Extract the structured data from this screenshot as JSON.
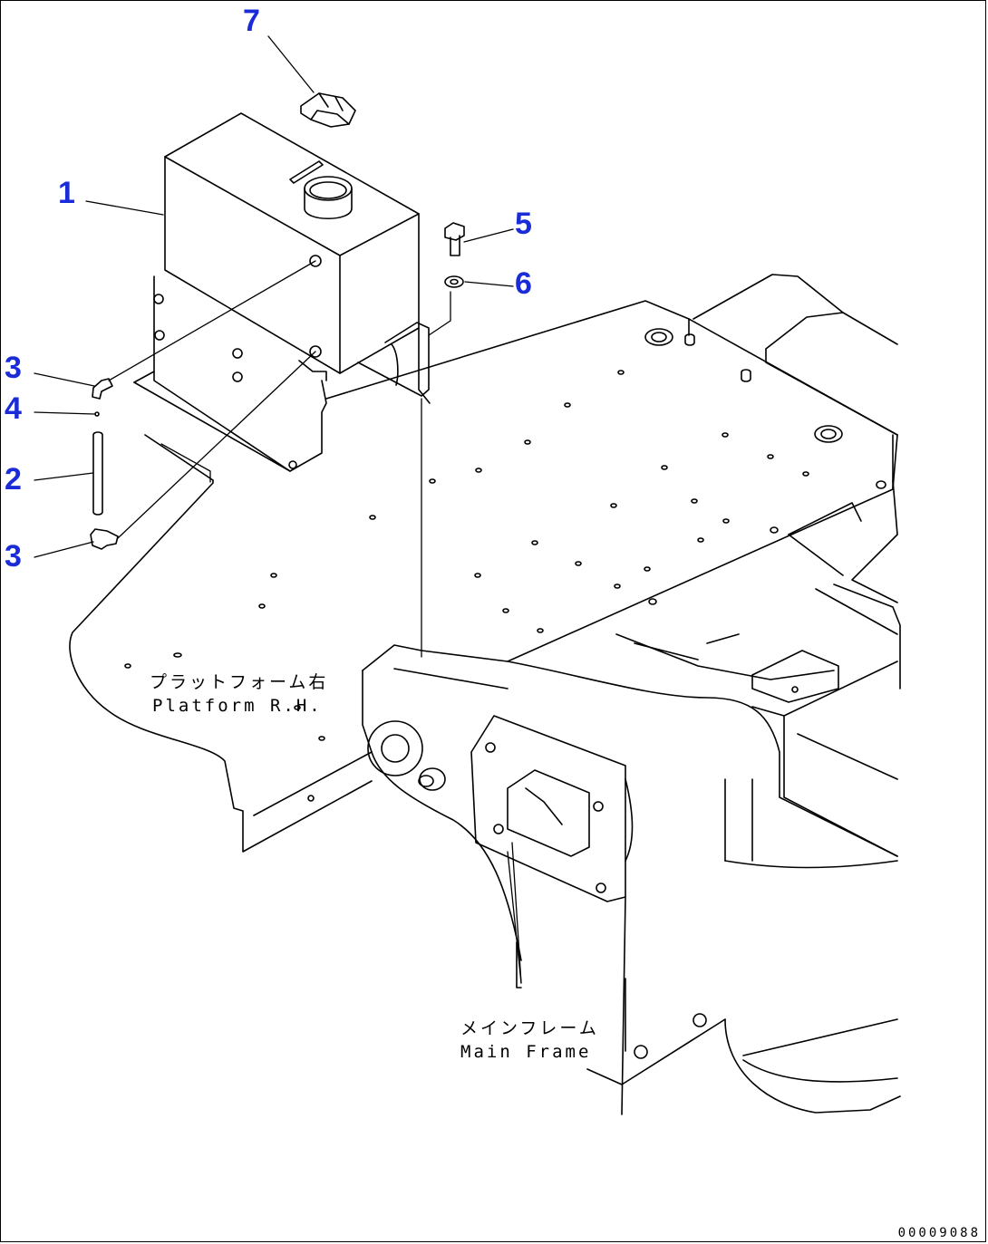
{
  "callouts": [
    {
      "id": "7",
      "text": "7"
    },
    {
      "id": "1",
      "text": "1"
    },
    {
      "id": "5",
      "text": "5"
    },
    {
      "id": "6",
      "text": "6"
    },
    {
      "id": "3a",
      "text": "3"
    },
    {
      "id": "4",
      "text": "4"
    },
    {
      "id": "2",
      "text": "2"
    },
    {
      "id": "3b",
      "text": "3"
    }
  ],
  "captions": {
    "platform_jp": "プラットフォーム右",
    "platform_en": "Platform R.H.",
    "mainframe_jp": "メインフレーム",
    "mainframe_en": "Main Frame"
  },
  "drawing_code": "00009088",
  "colors": {
    "callout": "#1a2bd8",
    "line": "#000000"
  }
}
